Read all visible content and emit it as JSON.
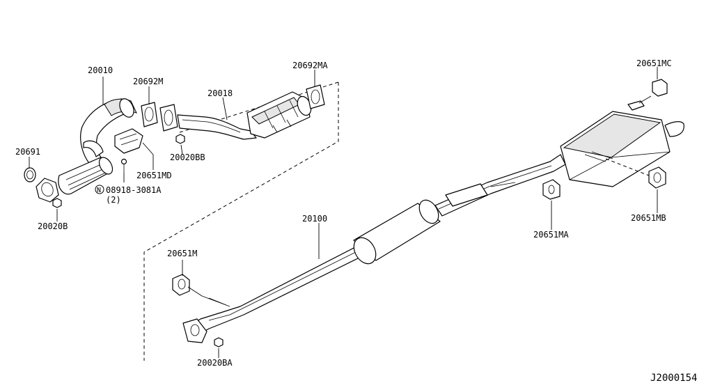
{
  "labels": {
    "p20010": "20010",
    "p20692M": "20692M",
    "p20018": "20018",
    "p20692MA": "20692MA",
    "p20691": "20691",
    "p20020BB": "20020BB",
    "p20651MD": "20651MD",
    "p08918_code": "08918-3081A",
    "p08918_symbol": "N",
    "p08918_qty": "(2)",
    "p20020B": "20020B",
    "p20100": "20100",
    "p20651M": "20651M",
    "p20020BA": "20020BA",
    "p20651MA": "20651MA",
    "p20651MC": "20651MC",
    "p20651MB": "20651MB",
    "diagram_id": "J2000154"
  }
}
